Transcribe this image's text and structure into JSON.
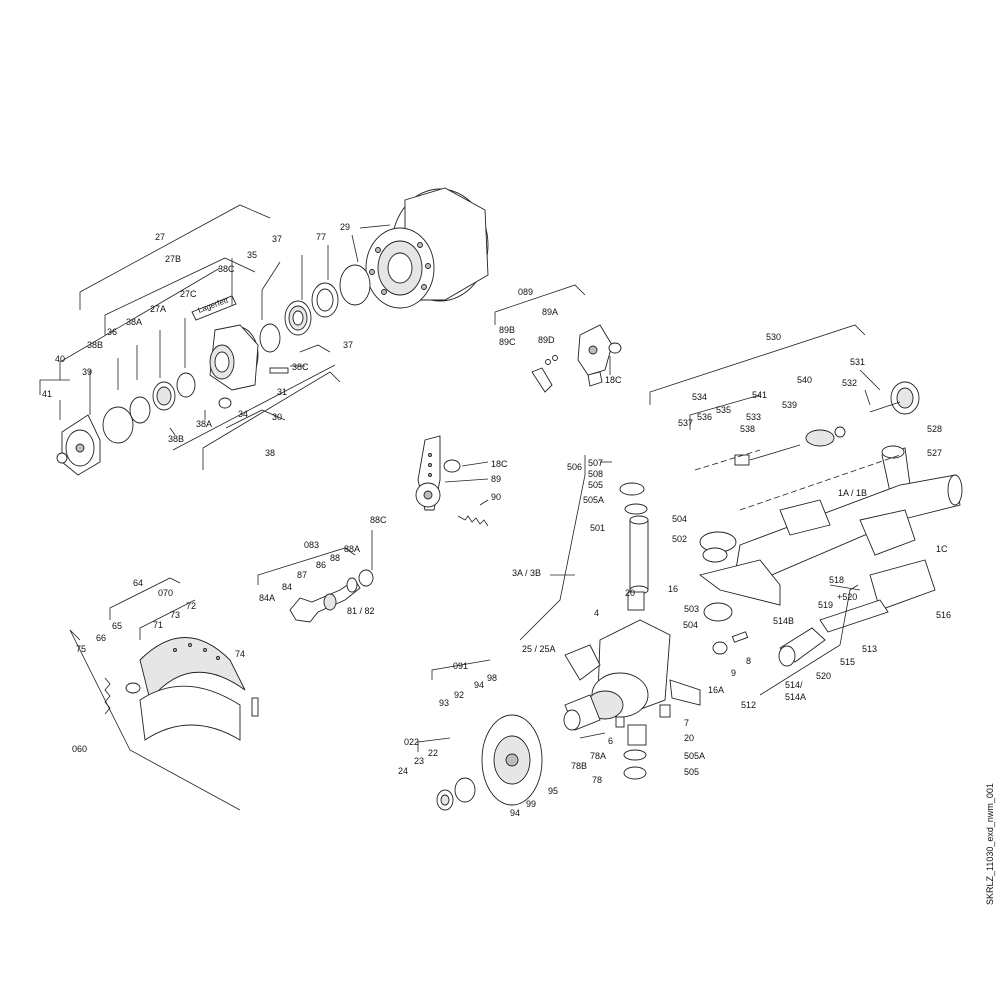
{
  "drawing_id": "SKRLZ_11030_exd_nwm_001",
  "callouts": [
    {
      "id": "c27",
      "text": "27"
    },
    {
      "id": "c27B",
      "text": "27B"
    },
    {
      "id": "c27C",
      "text": "27C"
    },
    {
      "id": "c27A",
      "text": "27A"
    },
    {
      "id": "c38C_a",
      "text": "38C"
    },
    {
      "id": "c35",
      "text": "35"
    },
    {
      "id": "c37_a",
      "text": "37"
    },
    {
      "id": "c77",
      "text": "77"
    },
    {
      "id": "c29",
      "text": "29"
    },
    {
      "id": "c38A_a",
      "text": "38A"
    },
    {
      "id": "c36",
      "text": "36"
    },
    {
      "id": "c38B_a",
      "text": "38B"
    },
    {
      "id": "c40",
      "text": "40"
    },
    {
      "id": "c39",
      "text": "39"
    },
    {
      "id": "c41",
      "text": "41"
    },
    {
      "id": "c38B_b",
      "text": "38B"
    },
    {
      "id": "c38A_b",
      "text": "38A"
    },
    {
      "id": "c34",
      "text": "34"
    },
    {
      "id": "c31",
      "text": "31"
    },
    {
      "id": "c38C_b",
      "text": "38C"
    },
    {
      "id": "c37_b",
      "text": "37"
    },
    {
      "id": "c30",
      "text": "30"
    },
    {
      "id": "c38",
      "text": "38"
    },
    {
      "id": "c089",
      "text": "089"
    },
    {
      "id": "c89A",
      "text": "89A"
    },
    {
      "id": "c89B",
      "text": "89B"
    },
    {
      "id": "c89C",
      "text": "89C"
    },
    {
      "id": "c89D",
      "text": "89D"
    },
    {
      "id": "c18C_a",
      "text": "18C"
    },
    {
      "id": "c530",
      "text": "530"
    },
    {
      "id": "c531",
      "text": "531"
    },
    {
      "id": "c532",
      "text": "532"
    },
    {
      "id": "c540",
      "text": "540"
    },
    {
      "id": "c534",
      "text": "534"
    },
    {
      "id": "c541",
      "text": "541"
    },
    {
      "id": "c539",
      "text": "539"
    },
    {
      "id": "c535",
      "text": "535"
    },
    {
      "id": "c536",
      "text": "536"
    },
    {
      "id": "c537",
      "text": "537"
    },
    {
      "id": "c533",
      "text": "533"
    },
    {
      "id": "c538",
      "text": "538"
    },
    {
      "id": "c528",
      "text": "528"
    },
    {
      "id": "c527",
      "text": "527"
    },
    {
      "id": "c18C_b",
      "text": "18C"
    },
    {
      "id": "c89",
      "text": "89"
    },
    {
      "id": "c90",
      "text": "90"
    },
    {
      "id": "c506",
      "text": "506"
    },
    {
      "id": "c507",
      "text": "507"
    },
    {
      "id": "c508",
      "text": "508"
    },
    {
      "id": "c505_a",
      "text": "505"
    },
    {
      "id": "c505A_a",
      "text": "505A"
    },
    {
      "id": "c501",
      "text": "501"
    },
    {
      "id": "c1A1B",
      "text": "1A / 1B"
    },
    {
      "id": "c504_a",
      "text": "504"
    },
    {
      "id": "c502",
      "text": "502"
    },
    {
      "id": "c1C",
      "text": "1C"
    },
    {
      "id": "c88C",
      "text": "88C"
    },
    {
      "id": "c083",
      "text": "083"
    },
    {
      "id": "c88A",
      "text": "88A"
    },
    {
      "id": "c86",
      "text": "86"
    },
    {
      "id": "c87",
      "text": "87"
    },
    {
      "id": "c88",
      "text": "88"
    },
    {
      "id": "c84",
      "text": "84"
    },
    {
      "id": "c84A",
      "text": "84A"
    },
    {
      "id": "c8182",
      "text": "81 / 82"
    },
    {
      "id": "c3A3B",
      "text": "3A / 3B"
    },
    {
      "id": "c20_a",
      "text": "20"
    },
    {
      "id": "c16",
      "text": "16"
    },
    {
      "id": "c518",
      "text": "518"
    },
    {
      "id": "c519",
      "text": "519"
    },
    {
      "id": "c520p",
      "text": "+520"
    },
    {
      "id": "c503",
      "text": "503"
    },
    {
      "id": "c504_b",
      "text": "504"
    },
    {
      "id": "c4",
      "text": "4"
    },
    {
      "id": "c516",
      "text": "516"
    },
    {
      "id": "c514B",
      "text": "514B"
    },
    {
      "id": "c513",
      "text": "513"
    },
    {
      "id": "c64",
      "text": "64"
    },
    {
      "id": "c070",
      "text": "070"
    },
    {
      "id": "c73",
      "text": "73"
    },
    {
      "id": "c72",
      "text": "72"
    },
    {
      "id": "c65",
      "text": "65"
    },
    {
      "id": "c71",
      "text": "71"
    },
    {
      "id": "c66",
      "text": "66"
    },
    {
      "id": "c75",
      "text": "75"
    },
    {
      "id": "c74",
      "text": "74"
    },
    {
      "id": "c2525A",
      "text": "25 / 25A"
    },
    {
      "id": "c9",
      "text": "9"
    },
    {
      "id": "c8",
      "text": "8"
    },
    {
      "id": "c515",
      "text": "515"
    },
    {
      "id": "c520",
      "text": "520"
    },
    {
      "id": "c514",
      "text": "514/"
    },
    {
      "id": "c514A",
      "text": "514A"
    },
    {
      "id": "c512",
      "text": "512"
    },
    {
      "id": "c091",
      "text": "091"
    },
    {
      "id": "c94_a",
      "text": "94"
    },
    {
      "id": "c98",
      "text": "98"
    },
    {
      "id": "c92",
      "text": "92"
    },
    {
      "id": "c93",
      "text": "93"
    },
    {
      "id": "c16A",
      "text": "16A"
    },
    {
      "id": "c7",
      "text": "7"
    },
    {
      "id": "c060",
      "text": "060"
    },
    {
      "id": "c6",
      "text": "6"
    },
    {
      "id": "c20_b",
      "text": "20"
    },
    {
      "id": "c78A",
      "text": "78A"
    },
    {
      "id": "c78B",
      "text": "78B"
    },
    {
      "id": "c505A_b",
      "text": "505A"
    },
    {
      "id": "c022",
      "text": "022"
    },
    {
      "id": "c22",
      "text": "22"
    },
    {
      "id": "c23",
      "text": "23"
    },
    {
      "id": "c24",
      "text": "24"
    },
    {
      "id": "c78",
      "text": "78"
    },
    {
      "id": "c505_b",
      "text": "505"
    },
    {
      "id": "c95",
      "text": "95"
    },
    {
      "id": "c99",
      "text": "99"
    },
    {
      "id": "c94_b",
      "text": "94"
    }
  ],
  "grease_label": "Lagerfett"
}
